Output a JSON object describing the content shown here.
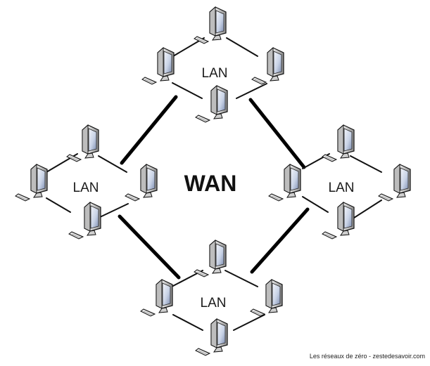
{
  "diagram": {
    "center_label": "WAN",
    "credit": "Les réseaux de zéro - zestedesavoir.com",
    "networks": [
      {
        "id": "top",
        "label": "LAN",
        "computers": 4
      },
      {
        "id": "left",
        "label": "LAN",
        "computers": 4
      },
      {
        "id": "right",
        "label": "LAN",
        "computers": 4
      },
      {
        "id": "bottom",
        "label": "LAN",
        "computers": 4
      }
    ],
    "wan_links": [
      [
        "top",
        "left"
      ],
      [
        "top",
        "right"
      ],
      [
        "left",
        "bottom"
      ],
      [
        "right",
        "bottom"
      ]
    ]
  }
}
